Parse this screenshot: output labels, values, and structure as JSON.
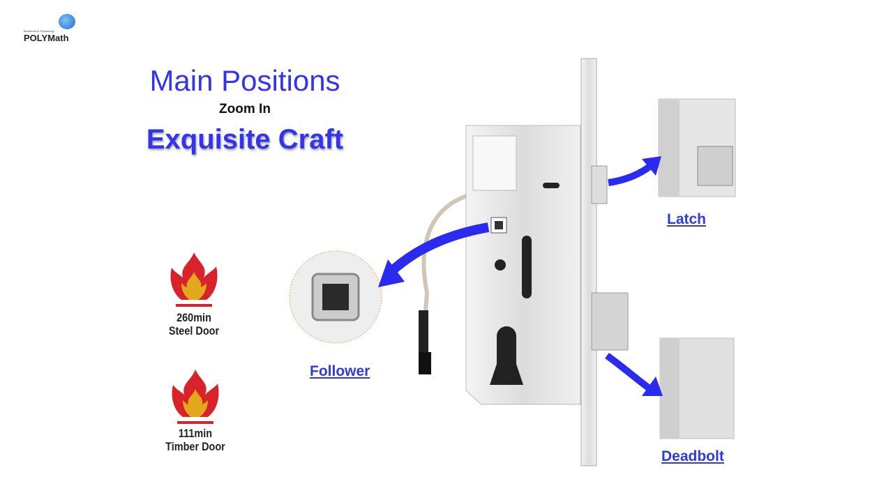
{
  "logo": {
    "tagline": "Biometrics & Technology",
    "name": "POLYMath"
  },
  "titles": {
    "main": "Main Positions",
    "sub": "Zoom In",
    "craft": "Exquisite Craft"
  },
  "ratings": [
    {
      "time": "260min",
      "door": "Steel Door"
    },
    {
      "time": "111min",
      "door": "Timber Door"
    }
  ],
  "callouts": {
    "follower": "Follower",
    "latch": "Latch",
    "deadbolt": "Deadbolt"
  },
  "colors": {
    "accent": "#3434f0",
    "flame": "#d8232a",
    "flame_inner": "#e5a81c"
  }
}
